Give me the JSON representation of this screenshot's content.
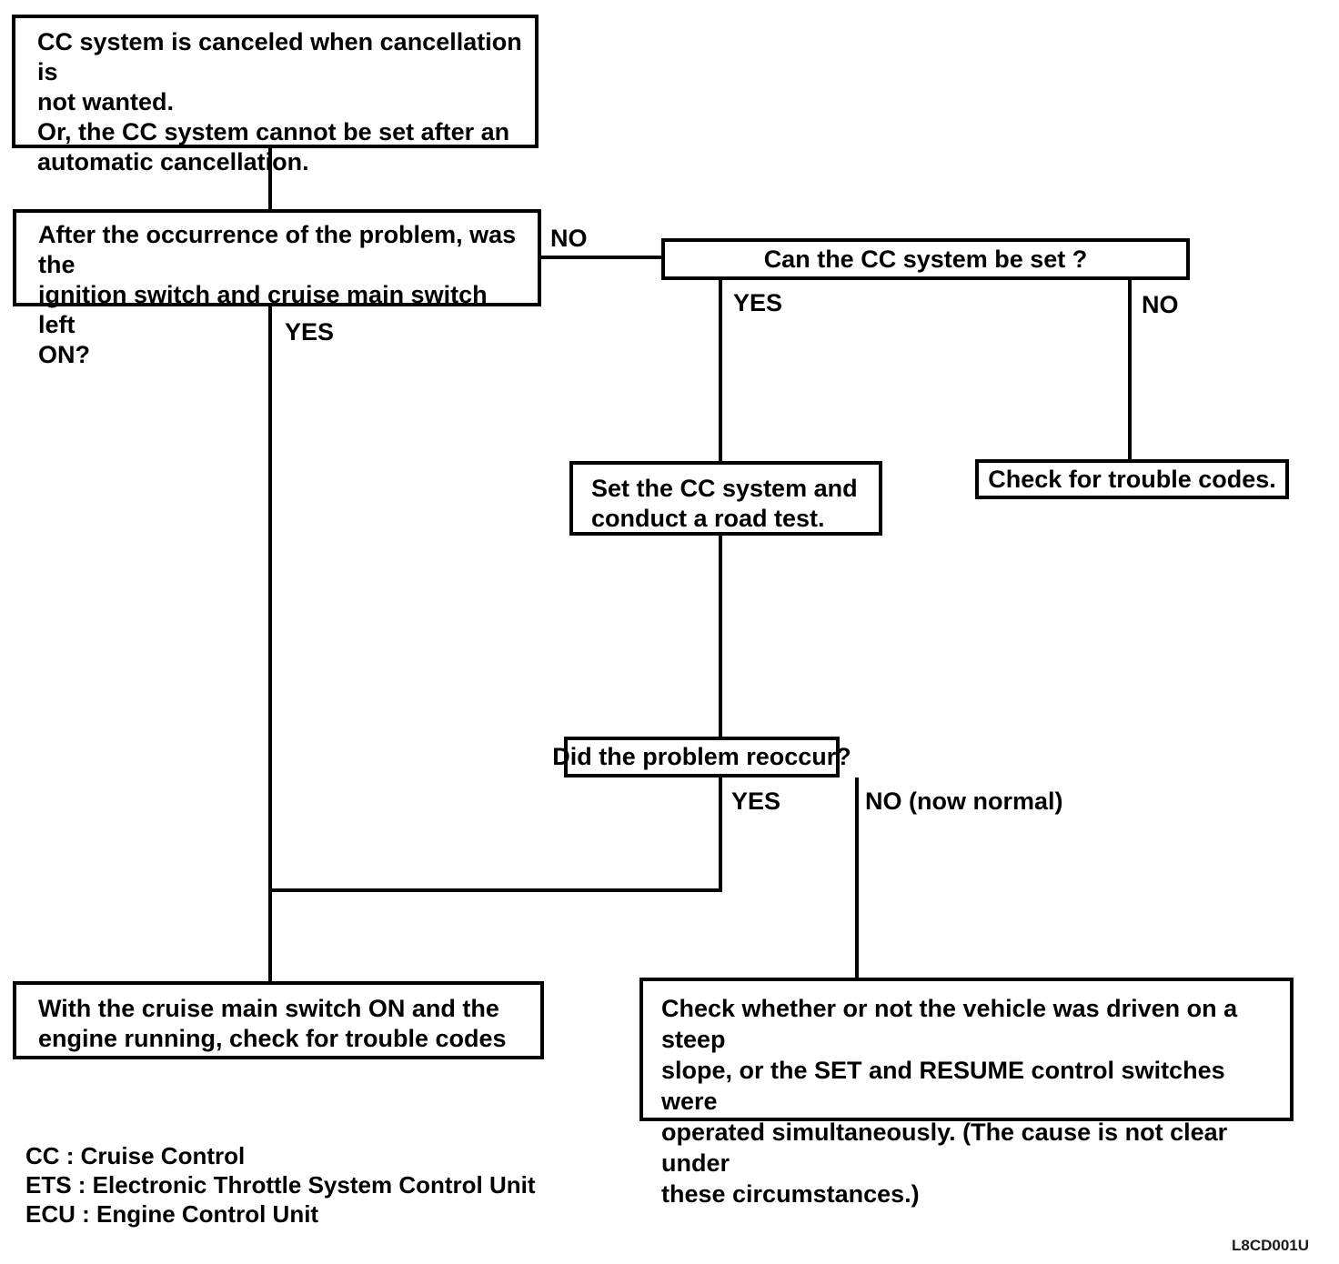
{
  "flowchart": {
    "nodes": [
      {
        "id": "symptom",
        "text": "CC system is canceled when cancellation is\nnot wanted.\nOr, the CC system cannot be set after an\nautomatic cancellation."
      },
      {
        "id": "ignition-question",
        "text": "After the occurrence of the problem, was the\nignition switch and cruise main switch left\nON?"
      },
      {
        "id": "can-set-question",
        "text": "Can the CC system be set ?"
      },
      {
        "id": "road-test",
        "text": "Set the CC system and\nconduct a road test."
      },
      {
        "id": "trouble-codes",
        "text": "Check for trouble codes."
      },
      {
        "id": "reoccur-question",
        "text": "Did the problem reoccur?"
      },
      {
        "id": "main-switch-check",
        "text": "With the cruise main switch ON and the\nengine running, check for trouble codes"
      },
      {
        "id": "steep-slope-check",
        "text": "Check whether or not the vehicle was driven on a steep\nslope, or the SET and RESUME control switches were\noperated simultaneously. (The cause is not clear under\nthese circumstances.)"
      }
    ],
    "branch_labels": [
      {
        "id": "ignition-no",
        "text": "NO"
      },
      {
        "id": "ignition-yes",
        "text": "YES"
      },
      {
        "id": "can-set-yes",
        "text": "YES"
      },
      {
        "id": "can-set-no",
        "text": "NO"
      },
      {
        "id": "reoccur-yes",
        "text": "YES"
      },
      {
        "id": "reoccur-no",
        "text": "NO (now normal)"
      }
    ],
    "legend": [
      "CC : Cruise Control",
      "ETS : Electronic Throttle System Control Unit",
      "ECU : Engine Control Unit"
    ],
    "figure_code": "L8CD001U",
    "colors": {
      "ink": "#000000",
      "background": "#ffffff"
    }
  }
}
